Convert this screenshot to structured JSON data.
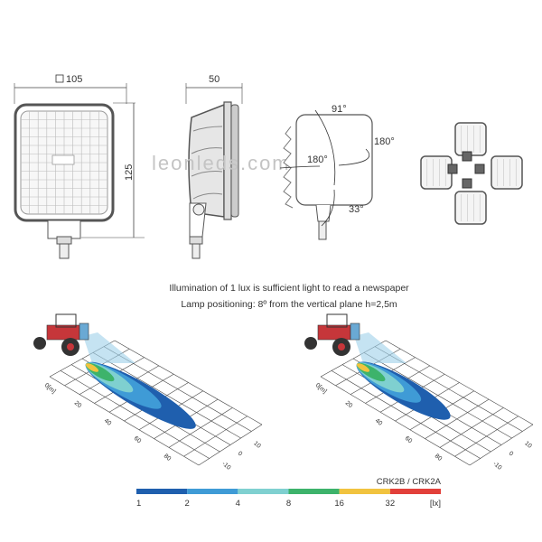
{
  "dimensions": {
    "width_label": "105",
    "width_symbol": "□",
    "height_label": "125",
    "depth_label": "50"
  },
  "rotation": {
    "tilt_up": "91°",
    "rotate_right": "180°",
    "rotate_left": "180°",
    "tilt_down": "33°"
  },
  "watermark": "leonleds.com",
  "captions": {
    "line1": "Illumination of 1 lux is sufficient light to read a newspaper",
    "line2": "Lamp positioning: 8º from the vertical plane h=2,5m"
  },
  "plot_axes": {
    "distance_labels": [
      "0[m]",
      "20",
      "40",
      "60",
      "80"
    ],
    "lateral_labels": [
      "10",
      "0",
      "-10"
    ]
  },
  "legend": {
    "title": "CRK2B / CRK2A",
    "values": [
      "1",
      "2",
      "4",
      "8",
      "16",
      "32"
    ],
    "unit": "[lx]",
    "colors": [
      "#1f5fae",
      "#3f9bd6",
      "#7fd0d0",
      "#3db36b",
      "#f1c33f",
      "#e2403a"
    ]
  }
}
